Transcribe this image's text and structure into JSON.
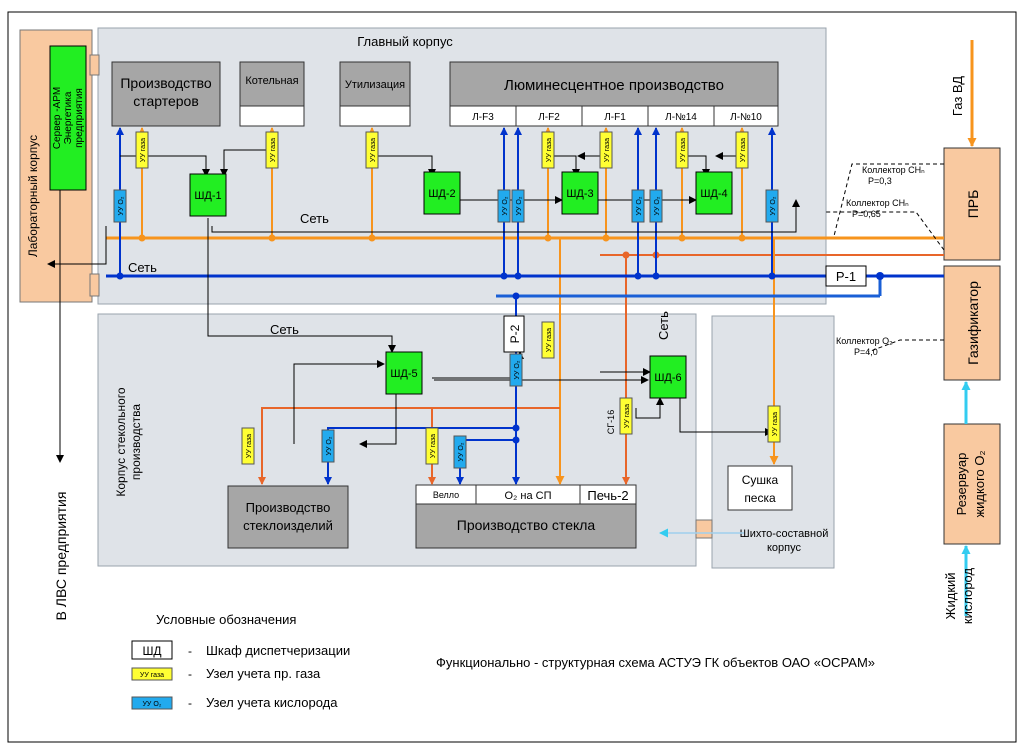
{
  "colors": {
    "gas": "#f7941d",
    "oxygen": "#0033cc",
    "liquid_o2": "#33ccf0",
    "process_orange": "#e8662a",
    "cabinet_green": "#22ee22",
    "gas_node_yellow": "#ffff33",
    "o2_node_cyan": "#22aaee",
    "building_grey": "#dfe3e8",
    "facility_orange": "#f9c9a0"
  },
  "buildings": {
    "main": "Главный корпус",
    "lab": "Лабораторный корпус",
    "glass": "Корпус стекольного производства",
    "glass_line1": "Корпус стекольного",
    "glass_line2": "производства",
    "sand_building": "Шихто-составной корпус",
    "sand_line1": "Шихто-составной",
    "sand_line2": "корпус"
  },
  "server": {
    "line1": "Сервер -АРМ",
    "line2": "Энергетика",
    "line3": "предприятия"
  },
  "productions": {
    "starters_line1": "Производство",
    "starters_line2": "стартеров",
    "boiler": "Котельная",
    "utilization": "Утилизация",
    "luminescent": "Люминесцентное производство",
    "glassware_line1": "Производство",
    "glassware_line2": "стеклоизделий",
    "glass": "Производство стекла",
    "sand_line1": "Сушка",
    "sand_line2": "песка"
  },
  "lines": [
    "Л-F3",
    "Л-F2",
    "Л-F1",
    "Л-№14",
    "Л-№10"
  ],
  "glass_parts": {
    "vello": "Велло",
    "o2_sp": "O₂ на СП",
    "furnace": "Печь-2"
  },
  "cabinets": [
    "ШД-1",
    "ШД-2",
    "ШД-3",
    "ШД-4",
    "ШД-5",
    "ШД-6"
  ],
  "nodes": {
    "gas": "УУ газа",
    "o2": "УУ O₂",
    "sg16": "СГ-16"
  },
  "network": {
    "set": "Сеть",
    "p1": "Р-1",
    "p2": "Р-2"
  },
  "facilities": {
    "prb": "ПРБ",
    "gasifier": "Газификатор",
    "reservoir_line1": "Резервуар",
    "reservoir_line2": "жидкого O₂"
  },
  "collectors": {
    "ch_03_name": "Коллектор CHₙ",
    "ch_03_pressure": "Р=0,3",
    "ch_065_name": "Коллектор CHₙ",
    "ch_065_pressure": "Р=0,65",
    "o2_name": "Коллектор O₂",
    "o2_pressure": "Р=4,0"
  },
  "external": {
    "gas_vd": "Газ ВД",
    "liquid_o2_line1": "Жидкий",
    "liquid_o2_line2": "кислород",
    "lvs": "В ЛВС предприятия"
  },
  "legend": {
    "title": "Условные обозначения",
    "cabinet_symbol": "ШД",
    "cabinet_dash": "-",
    "cabinet_text": "Шкаф диспетчеризации",
    "gas_symbol": "УУ газа",
    "gas_dash": "-",
    "gas_text": "Узел учета пр. газа",
    "o2_symbol": "УУ O₂",
    "o2_dash": "-",
    "o2_text": "Узел учета кислорода"
  },
  "caption": "Функционально - структурная схема АСТУЭ ГК объектов ОАО «ОСРАМ»"
}
